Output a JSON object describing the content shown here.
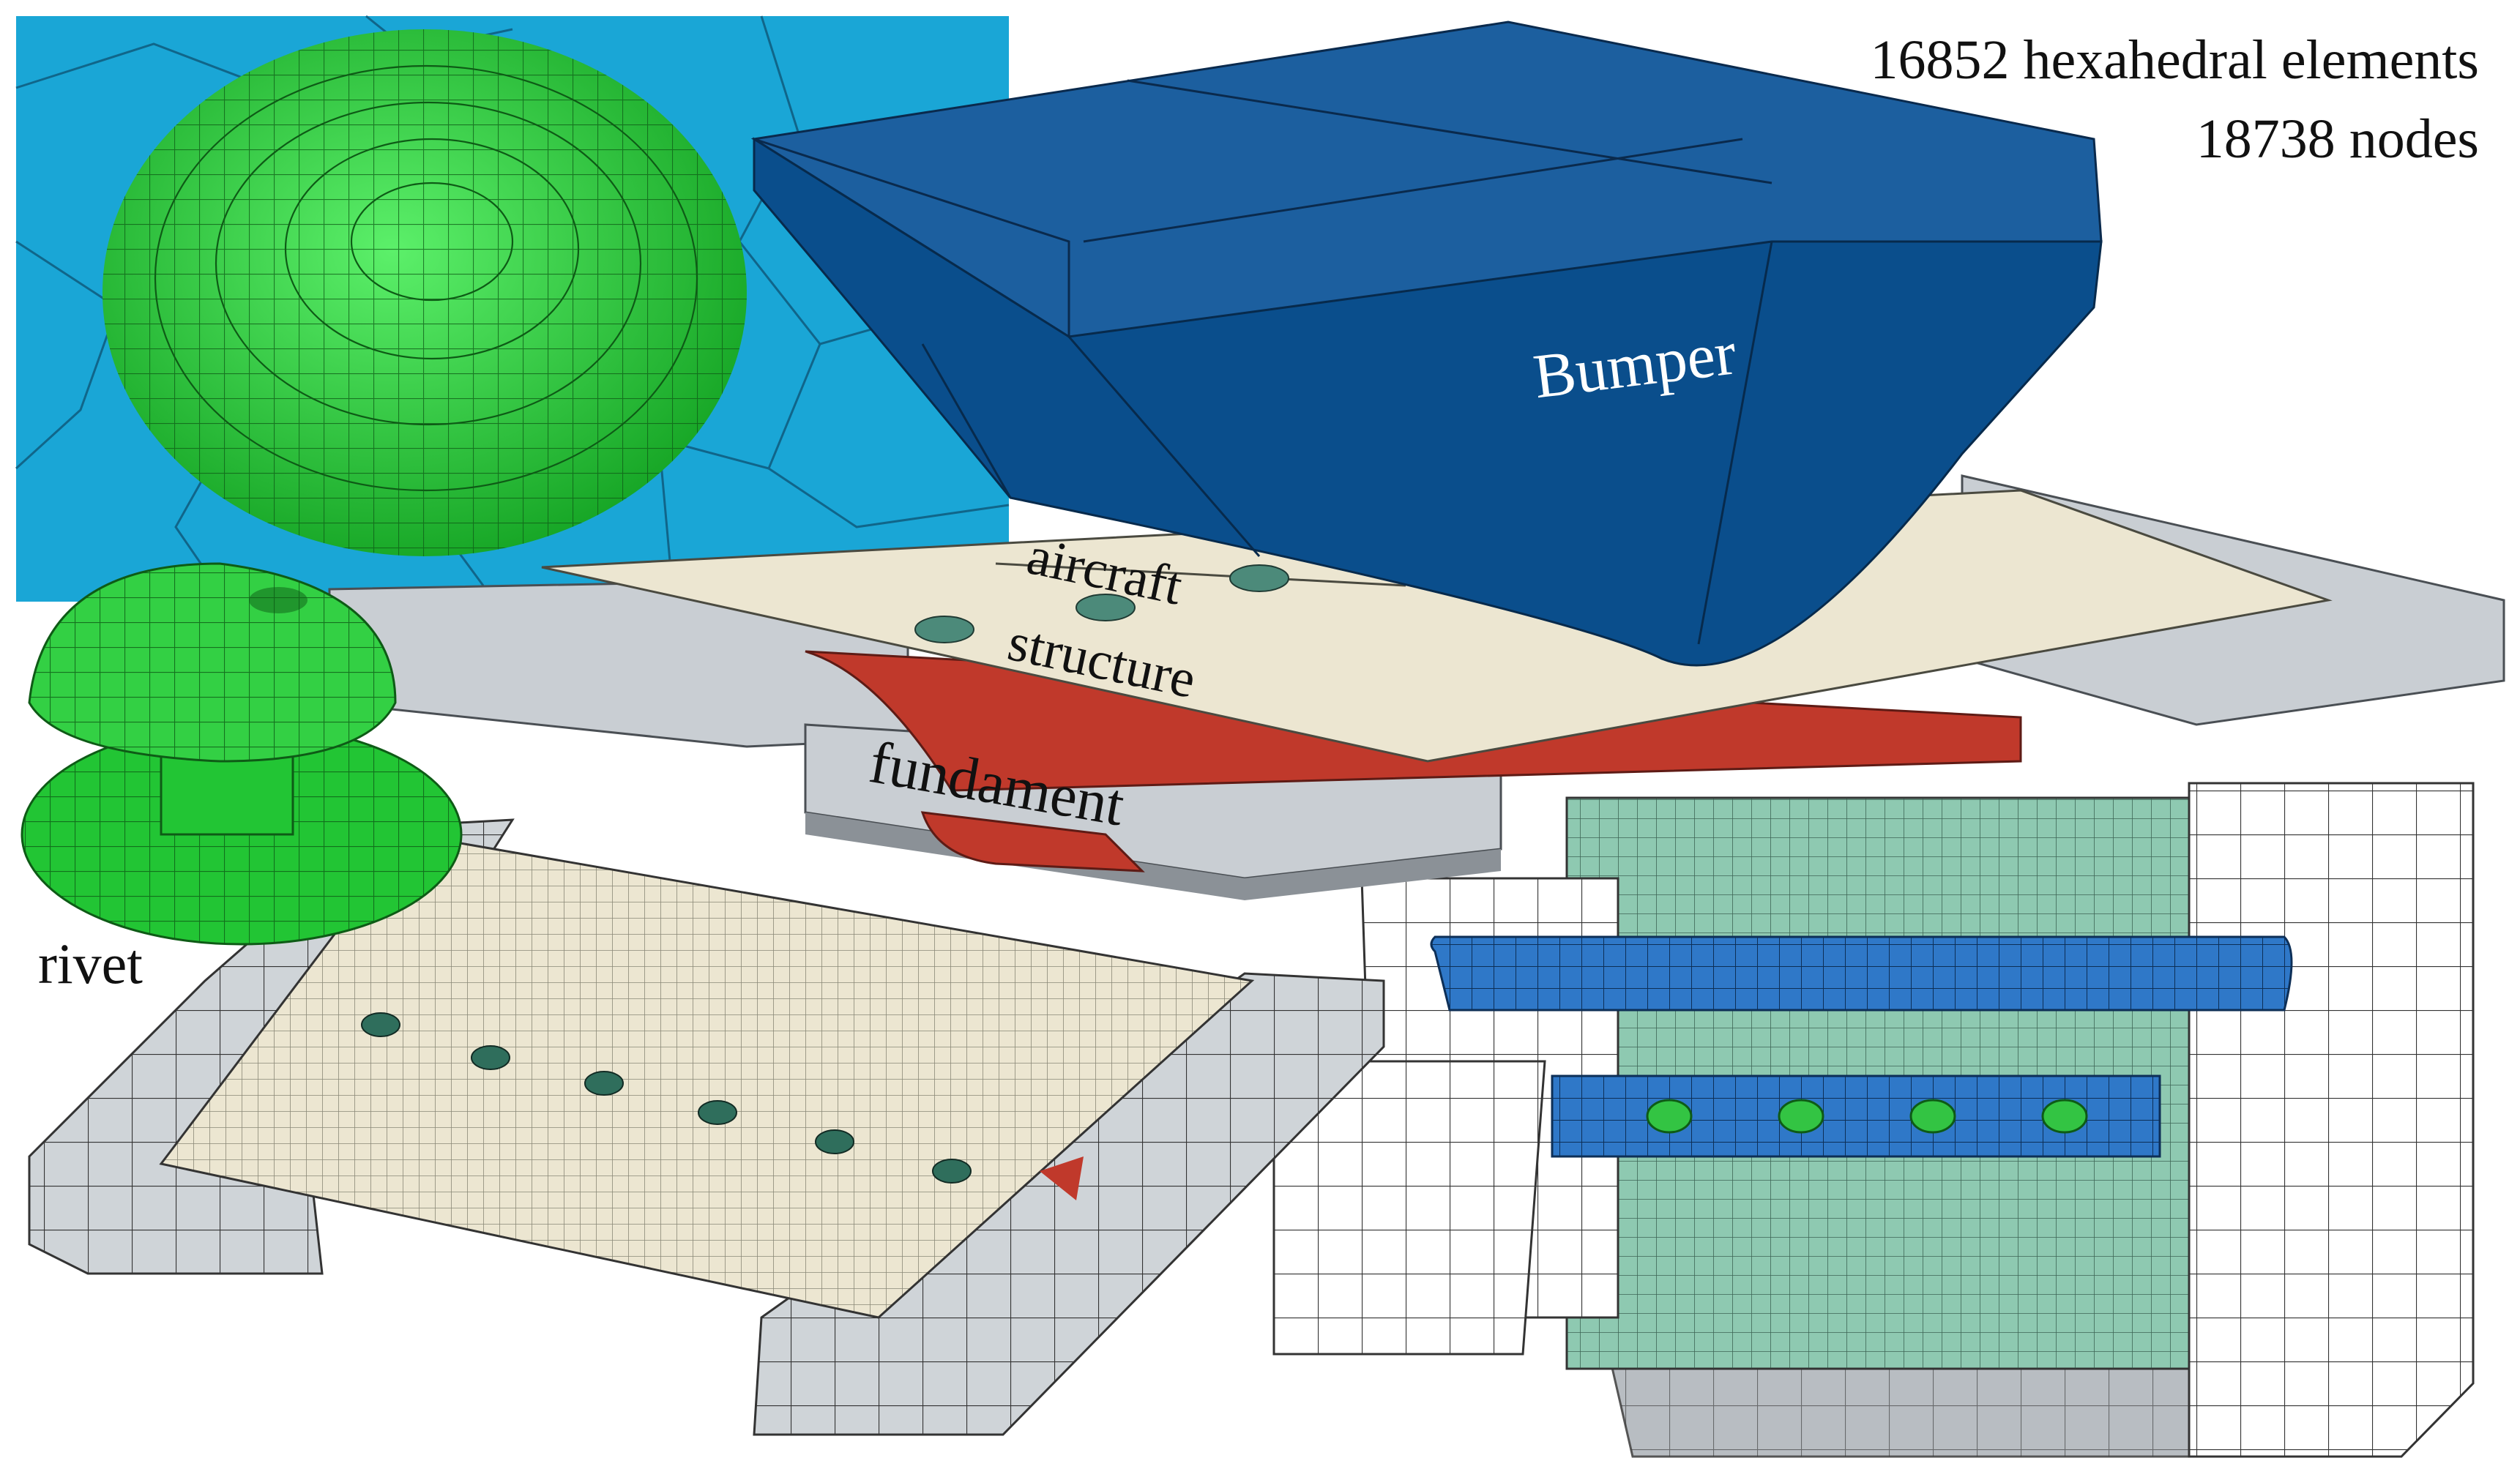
{
  "labels": {
    "elements_count": "16852 hexahedral elements",
    "nodes_count": "18738 nodes",
    "bumper": "Bumper",
    "aircraft": "aircraft",
    "structure": "structure",
    "fundament": "fundament",
    "rivet": "rivet"
  },
  "colors": {
    "background": "#ffffff",
    "mesh_backdrop": "#1aa6d6",
    "rivet_green": "#22c534",
    "bumper_blue": "#0a4e8c",
    "plate_beige": "#ece6d1",
    "fundament_grey": "#c9ced3",
    "stringer_red": "#c0392b",
    "panel_teal": "#8ec9b1",
    "stringer_blue": "#2f78c8"
  }
}
